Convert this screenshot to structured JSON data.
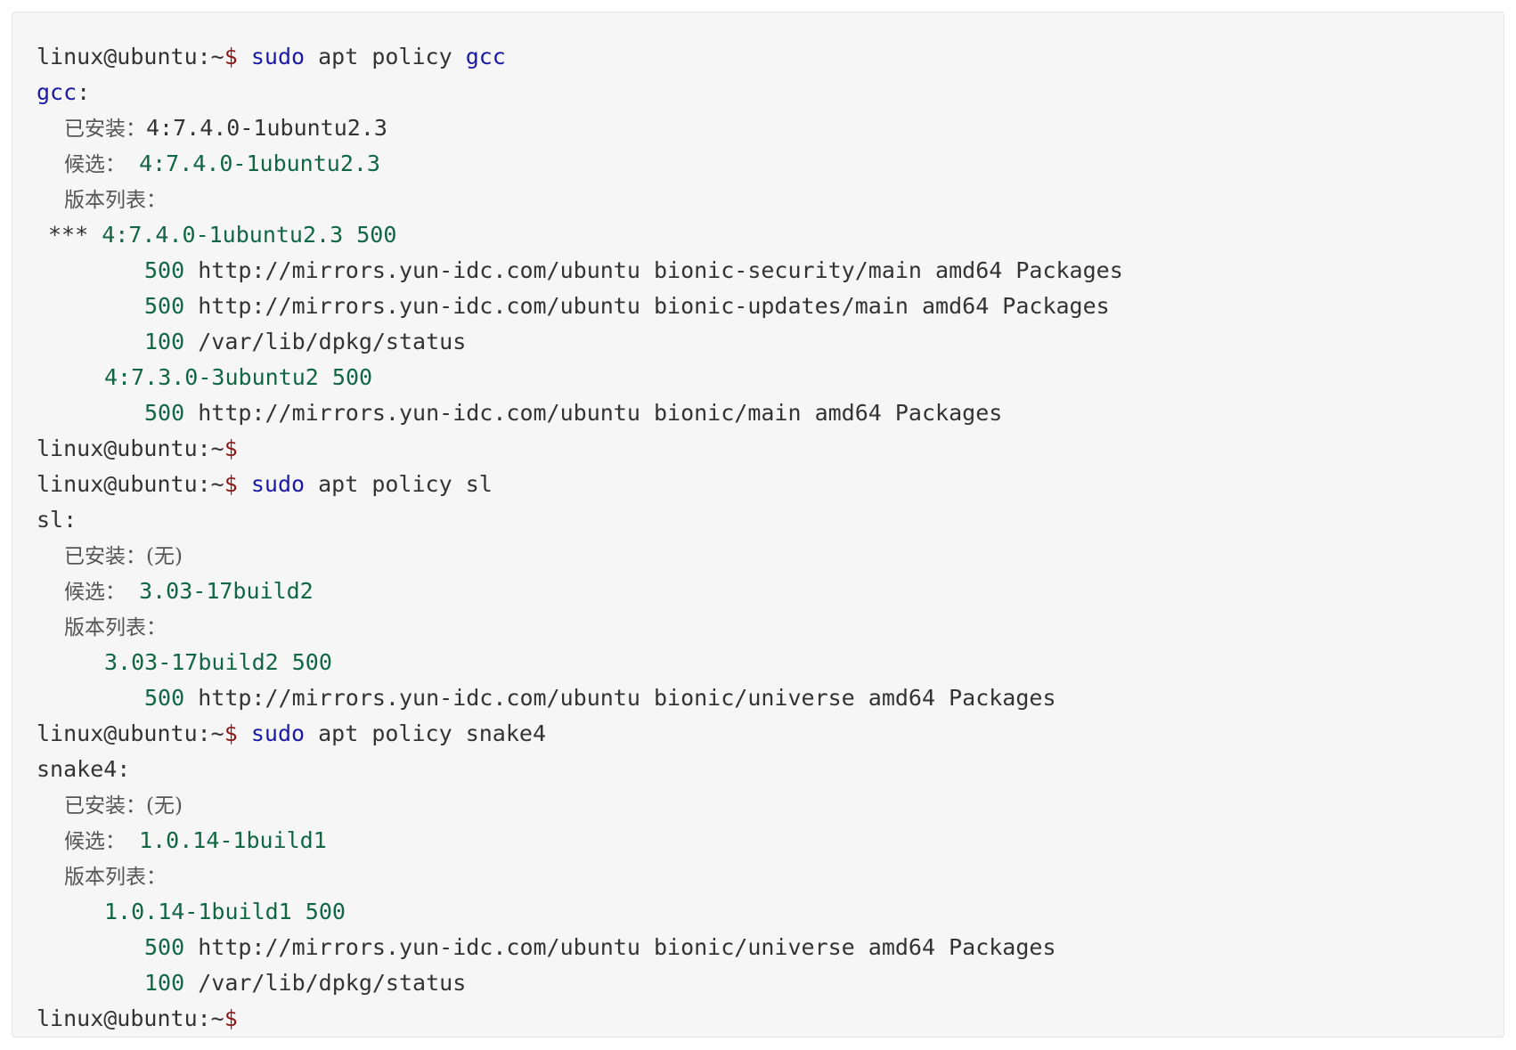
{
  "colors": {
    "background": "#f6f6f6",
    "text": "#333333",
    "keyword": "#1a1aa6",
    "number": "#116644",
    "dollar": "#8b1a1a"
  },
  "terminal": {
    "prompt": "linux@ubuntu:~",
    "dollar": "$",
    "sudo": "sudo",
    "policy_cmd": "apt policy",
    "installed_label": "已安装：",
    "candidate_label": "候选：",
    "version_table_label": "版本列表：",
    "none_value": "(无)",
    "star_marker": "***",
    "blocks": [
      {
        "pkg": "gcc",
        "pkg_header": "gcc",
        "colon": ":",
        "installed": "4:7.4.0-1ubuntu2.3",
        "candidate": "4:7.4.0-1ubuntu2.3",
        "versions": [
          {
            "version": "4:7.4.0-1ubuntu2.3",
            "priority": "500",
            "sources": [
              {
                "priority": "500",
                "text": "http://mirrors.yun-idc.com/ubuntu bionic-security/main amd64 Packages"
              },
              {
                "priority": "500",
                "text": "http://mirrors.yun-idc.com/ubuntu bionic-updates/main amd64 Packages"
              },
              {
                "priority": "100",
                "text": "/var/lib/dpkg/status"
              }
            ]
          },
          {
            "version": "4:7.3.0-3ubuntu2",
            "priority": "500",
            "sources": [
              {
                "priority": "500",
                "text": "http://mirrors.yun-idc.com/ubuntu bionic/main amd64 Packages"
              }
            ]
          }
        ]
      },
      {
        "pkg": "sl",
        "pkg_header": "sl:",
        "candidate": "3.03-17build2",
        "versions": [
          {
            "version": "3.03-17build2",
            "priority": "500",
            "sources": [
              {
                "priority": "500",
                "text": "http://mirrors.yun-idc.com/ubuntu bionic/universe amd64 Packages"
              }
            ]
          }
        ]
      },
      {
        "pkg": "snake4",
        "pkg_header": "snake4:",
        "candidate": "1.0.14-1build1",
        "versions": [
          {
            "version": "1.0.14-1build1",
            "priority": "500",
            "sources": [
              {
                "priority": "500",
                "text": "http://mirrors.yun-idc.com/ubuntu bionic/universe amd64 Packages"
              },
              {
                "priority": "100",
                "text": "/var/lib/dpkg/status"
              }
            ]
          }
        ]
      }
    ]
  }
}
